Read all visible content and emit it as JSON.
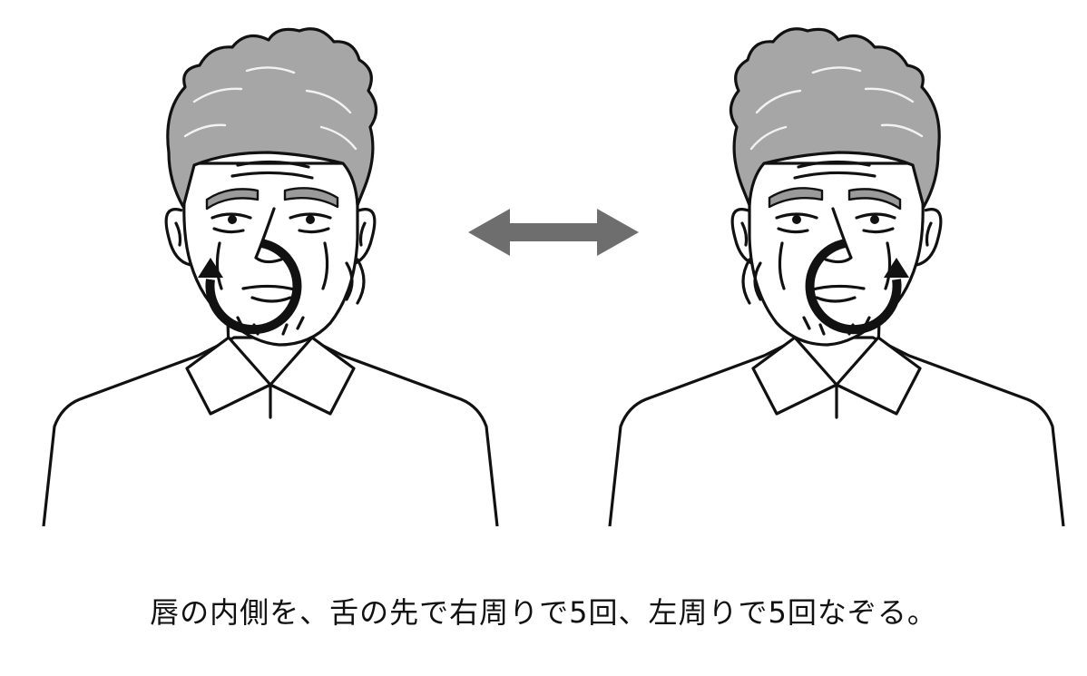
{
  "caption": "唇の内側を、舌の先で右周りで5回、左周りで5回なぞる。",
  "colors": {
    "line": "#111111",
    "hair": "#a6a6a6",
    "double_arrow": "#6e6e6e",
    "background": "#ffffff"
  },
  "figures": [
    {
      "name": "man-tongue-clockwise",
      "rotation": "clockwise",
      "cheek_bulge": "left-of-image"
    },
    {
      "name": "man-tongue-counterclockwise",
      "rotation": "counterclockwise",
      "cheek_bulge": "right-of-image"
    }
  ],
  "center_arrow": {
    "icon": "double-headed-arrow-icon",
    "direction": "horizontal"
  }
}
